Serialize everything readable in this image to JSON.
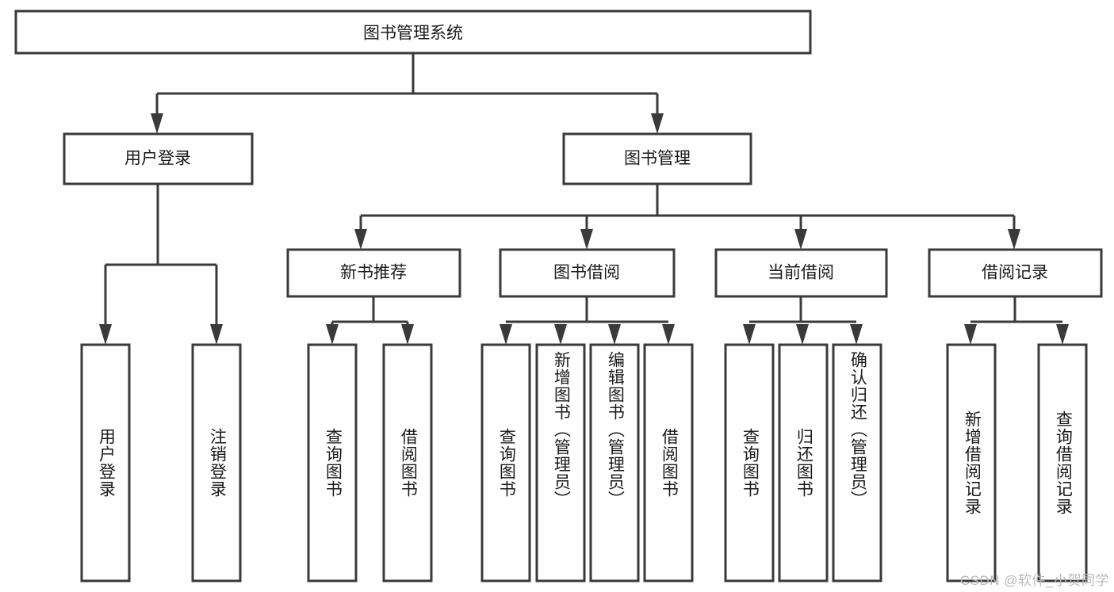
{
  "diagram": {
    "type": "tree",
    "title": "图书管理系统",
    "orientation": "top-down",
    "colors": {
      "box_stroke": "#3a3a3a",
      "box_fill": "#ffffff",
      "connector": "#3a3a3a",
      "text": "#1a1a1a",
      "watermark": "#b9b9b9",
      "background": "#ffffff"
    },
    "root": {
      "label": "图书管理系统"
    },
    "level2": [
      {
        "label": "用户登录"
      },
      {
        "label": "图书管理"
      }
    ],
    "level3": [
      {
        "label": "新书推荐"
      },
      {
        "label": "图书借阅"
      },
      {
        "label": "当前借阅"
      },
      {
        "label": "借阅记录"
      }
    ],
    "leaves": {
      "user_login": [
        {
          "label": "用户登录"
        },
        {
          "label": "注销登录"
        }
      ],
      "new_book": [
        {
          "label": "查询图书"
        },
        {
          "label": "借阅图书"
        }
      ],
      "book_borrow": [
        {
          "label": "查询图书"
        },
        {
          "label": "新增图书（管理员）"
        },
        {
          "label": "编辑图书（管理员）"
        },
        {
          "label": "借阅图书"
        }
      ],
      "current_borrow": [
        {
          "label": "查询图书"
        },
        {
          "label": "归还图书"
        },
        {
          "label": "确认归还（管理员）"
        }
      ],
      "borrow_record": [
        {
          "label": "新增借阅记录"
        },
        {
          "label": "查询借阅记录"
        }
      ]
    }
  },
  "watermark": {
    "text": "CSDN @软件_小贺同学"
  }
}
